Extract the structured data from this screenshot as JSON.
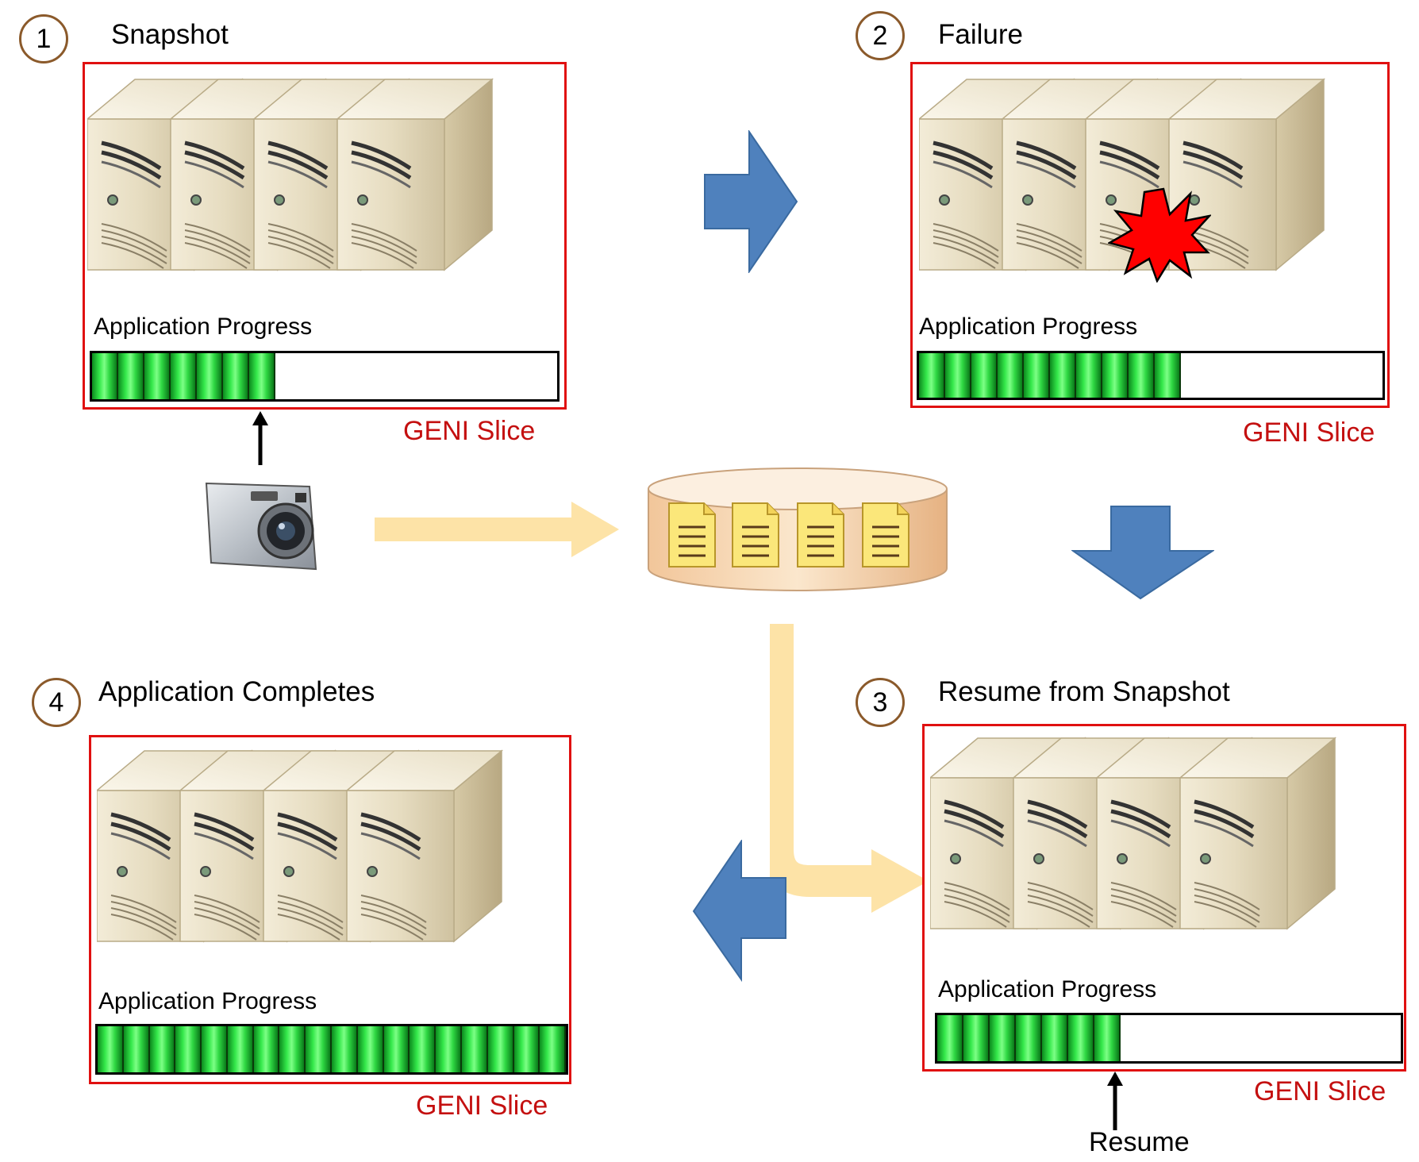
{
  "steps": [
    {
      "number": "1",
      "title": "Snapshot",
      "progress_label": "Application Progress",
      "progress_segments": 7,
      "slice_label": "GENI Slice"
    },
    {
      "number": "2",
      "title": "Failure",
      "progress_label": "Application Progress",
      "progress_segments": 10,
      "slice_label": "GENI Slice"
    },
    {
      "number": "3",
      "title": "Resume from Snapshot",
      "progress_label": "Application Progress",
      "progress_segments": 7,
      "slice_label": "GENI Slice",
      "marker_label": "Resume"
    },
    {
      "number": "4",
      "title": "Application Completes",
      "progress_label": "Application Progress",
      "progress_segments": 18,
      "slice_label": "GENI Slice"
    }
  ],
  "colors": {
    "slice_border": "#e01010",
    "slice_label": "#c41010",
    "step_circle_border": "#8b5a2b",
    "progress_fill": "#34e84a",
    "flow_arrow": "#4f81bd",
    "data_arrow": "#fde3a7",
    "failure_burst": "#ff0000"
  },
  "icons": [
    "server-tower-icon",
    "camera-icon",
    "storage-disk-icon",
    "document-icon",
    "explosion-icon"
  ]
}
